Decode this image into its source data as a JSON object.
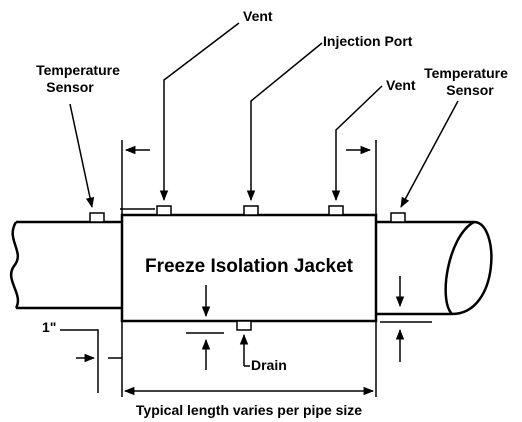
{
  "labels": {
    "vent_1": "Vent",
    "injection_port": "Injection Port",
    "vent_2": "Vent",
    "temperature_sensor_left": [
      "Temperature",
      "Sensor"
    ],
    "temperature_sensor_right": [
      "Temperature",
      "Sensor"
    ],
    "jacket": "Freeze Isolation Jacket",
    "one_inch": "1\"",
    "drain": "Drain",
    "caption": "Typical length varies per pipe size"
  },
  "colors": {
    "line": "#000000",
    "background": "#ffffff"
  }
}
